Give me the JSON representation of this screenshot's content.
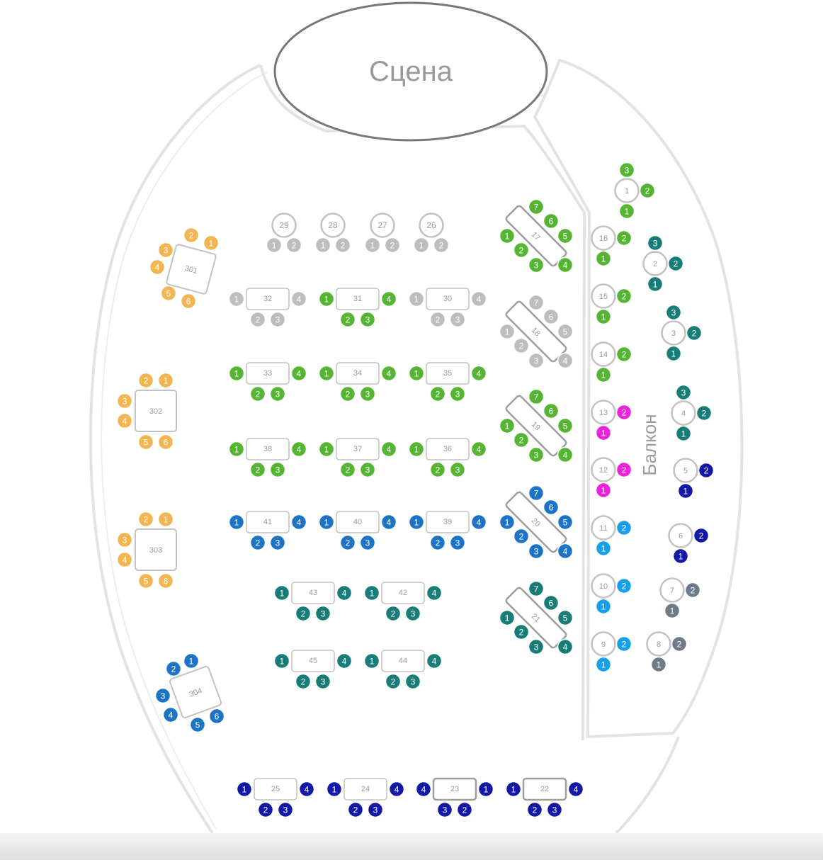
{
  "stage": {
    "label": "Сцена"
  },
  "balcony": {
    "label": "Балкон"
  },
  "colors": {
    "gray": "#bdbdbd",
    "green": "#55b532",
    "orange": "#f2b552",
    "blue": "#1d74c7",
    "teal": "#187c78",
    "navy": "#1119a6",
    "magenta": "#ee22dd",
    "light_blue": "#17a0ea",
    "slate": "#6e7b88",
    "table_border": "#c2c2c2",
    "table_text": "#9a9a9a",
    "outline": "#e3e3e3"
  },
  "tables": [
    {
      "id": "29",
      "shape": "round",
      "seat_color": "gray",
      "seats": [
        "1",
        "2"
      ]
    },
    {
      "id": "28",
      "shape": "round",
      "seat_color": "gray",
      "seats": [
        "1",
        "2"
      ]
    },
    {
      "id": "27",
      "shape": "round",
      "seat_color": "gray",
      "seats": [
        "1",
        "2"
      ]
    },
    {
      "id": "26",
      "shape": "round",
      "seat_color": "gray",
      "seats": [
        "1",
        "2"
      ]
    },
    {
      "id": "32",
      "shape": "rect",
      "seat_color": "gray",
      "seats": [
        "1",
        "4",
        "2",
        "3"
      ]
    },
    {
      "id": "31",
      "shape": "rect",
      "seat_color": "green",
      "seats": [
        "1",
        "4",
        "2",
        "3"
      ]
    },
    {
      "id": "30",
      "shape": "rect",
      "seat_color": "gray",
      "seats": [
        "1",
        "4",
        "2",
        "3"
      ]
    },
    {
      "id": "33",
      "shape": "rect",
      "seat_color": "green",
      "seats": [
        "1",
        "4",
        "2",
        "3"
      ]
    },
    {
      "id": "34",
      "shape": "rect",
      "seat_color": "green",
      "seats": [
        "1",
        "4",
        "2",
        "3"
      ]
    },
    {
      "id": "35",
      "shape": "rect",
      "seat_color": "green",
      "seats": [
        "1",
        "4",
        "2",
        "3"
      ]
    },
    {
      "id": "38",
      "shape": "rect",
      "seat_color": "green",
      "seats": [
        "1",
        "4",
        "2",
        "3"
      ]
    },
    {
      "id": "37",
      "shape": "rect",
      "seat_color": "green",
      "seats": [
        "1",
        "4",
        "2",
        "3"
      ]
    },
    {
      "id": "36",
      "shape": "rect",
      "seat_color": "green",
      "seats": [
        "1",
        "4",
        "2",
        "3"
      ]
    },
    {
      "id": "41",
      "shape": "rect",
      "seat_color": "blue",
      "seats": [
        "1",
        "4",
        "2",
        "3"
      ]
    },
    {
      "id": "40",
      "shape": "rect",
      "seat_color": "blue",
      "seats": [
        "1",
        "4",
        "2",
        "3"
      ]
    },
    {
      "id": "39",
      "shape": "rect",
      "seat_color": "blue",
      "seats": [
        "1",
        "4",
        "2",
        "3"
      ]
    },
    {
      "id": "43",
      "shape": "rect",
      "seat_color": "teal",
      "seats": [
        "1",
        "4",
        "2",
        "3"
      ]
    },
    {
      "id": "42",
      "shape": "rect",
      "seat_color": "teal",
      "seats": [
        "1",
        "4",
        "2",
        "3"
      ]
    },
    {
      "id": "45",
      "shape": "rect",
      "seat_color": "teal",
      "seats": [
        "1",
        "4",
        "2",
        "3"
      ]
    },
    {
      "id": "44",
      "shape": "rect",
      "seat_color": "teal",
      "seats": [
        "1",
        "4",
        "2",
        "3"
      ]
    },
    {
      "id": "25",
      "shape": "rect",
      "seat_color": "navy",
      "seats": [
        "1",
        "4",
        "2",
        "3"
      ]
    },
    {
      "id": "24",
      "shape": "rect",
      "seat_color": "navy",
      "seats": [
        "1",
        "4",
        "2",
        "3"
      ]
    },
    {
      "id": "23",
      "shape": "rect",
      "seat_color": "navy",
      "seats": [
        "4",
        "1",
        "3",
        "2"
      ]
    },
    {
      "id": "22",
      "shape": "rect",
      "seat_color": "navy",
      "seats": [
        "1",
        "4",
        "2",
        "3"
      ]
    },
    {
      "id": "17",
      "shape": "diag",
      "seat_color": "green",
      "seats": [
        "7",
        "6",
        "5",
        "1",
        "2",
        "3",
        "4"
      ]
    },
    {
      "id": "18",
      "shape": "diag",
      "seat_color": "gray",
      "seats": [
        "7",
        "6",
        "5",
        "1",
        "2",
        "3",
        "4"
      ]
    },
    {
      "id": "19",
      "shape": "diag",
      "seat_color": "green",
      "seats": [
        "7",
        "6",
        "5",
        "1",
        "2",
        "3",
        "4"
      ]
    },
    {
      "id": "20",
      "shape": "diag",
      "seat_color": "blue",
      "seats": [
        "7",
        "6",
        "5",
        "1",
        "2",
        "3",
        "4"
      ]
    },
    {
      "id": "21",
      "shape": "diag",
      "seat_color": "teal",
      "seats": [
        "7",
        "6",
        "5",
        "1",
        "2",
        "3",
        "4"
      ]
    },
    {
      "id": "301",
      "shape": "square",
      "seat_color": "orange",
      "seats": [
        "2",
        "1",
        "3",
        "4",
        "5",
        "6"
      ]
    },
    {
      "id": "302",
      "shape": "square",
      "seat_color": "orange",
      "seats": [
        "2",
        "1",
        "3",
        "4",
        "5",
        "6"
      ]
    },
    {
      "id": "303",
      "shape": "square",
      "seat_color": "orange",
      "seats": [
        "2",
        "1",
        "3",
        "4",
        "5",
        "6"
      ]
    },
    {
      "id": "304",
      "shape": "square",
      "seat_color": "blue",
      "seats": [
        "1",
        "2",
        "3",
        "4",
        "5",
        "6"
      ]
    }
  ],
  "balcony_tables": [
    {
      "id": "16",
      "seat_color": "green",
      "seats": [
        "2",
        "1"
      ]
    },
    {
      "id": "15",
      "seat_color": "green",
      "seats": [
        "2",
        "1"
      ]
    },
    {
      "id": "14",
      "seat_color": "green",
      "seats": [
        "2",
        "1"
      ]
    },
    {
      "id": "13",
      "seat_color": "magenta",
      "seats": [
        "2",
        "1"
      ]
    },
    {
      "id": "12",
      "seat_color": "magenta",
      "seats": [
        "2",
        "1"
      ]
    },
    {
      "id": "11",
      "seat_color": "light_blue",
      "seats": [
        "2",
        "1"
      ]
    },
    {
      "id": "10",
      "seat_color": "light_blue",
      "seats": [
        "2",
        "1"
      ]
    },
    {
      "id": "9",
      "seat_color": "light_blue",
      "seats": [
        "2",
        "1"
      ]
    },
    {
      "id": "1",
      "seat_color": "green",
      "seats": [
        "3",
        "2",
        "1"
      ]
    },
    {
      "id": "2",
      "seat_color": "teal",
      "seats": [
        "3",
        "2",
        "1"
      ]
    },
    {
      "id": "3",
      "seat_color": "teal",
      "seats": [
        "3",
        "2",
        "1"
      ]
    },
    {
      "id": "4",
      "seat_color": "teal",
      "seats": [
        "3",
        "2",
        "1"
      ]
    },
    {
      "id": "5",
      "seat_color": "navy",
      "seats": [
        "2",
        "1"
      ]
    },
    {
      "id": "6",
      "seat_color": "navy",
      "seats": [
        "2",
        "1"
      ]
    },
    {
      "id": "7",
      "seat_color": "slate",
      "seats": [
        "2",
        "1"
      ]
    },
    {
      "id": "8",
      "seat_color": "slate",
      "seats": [
        "2",
        "1"
      ]
    }
  ]
}
